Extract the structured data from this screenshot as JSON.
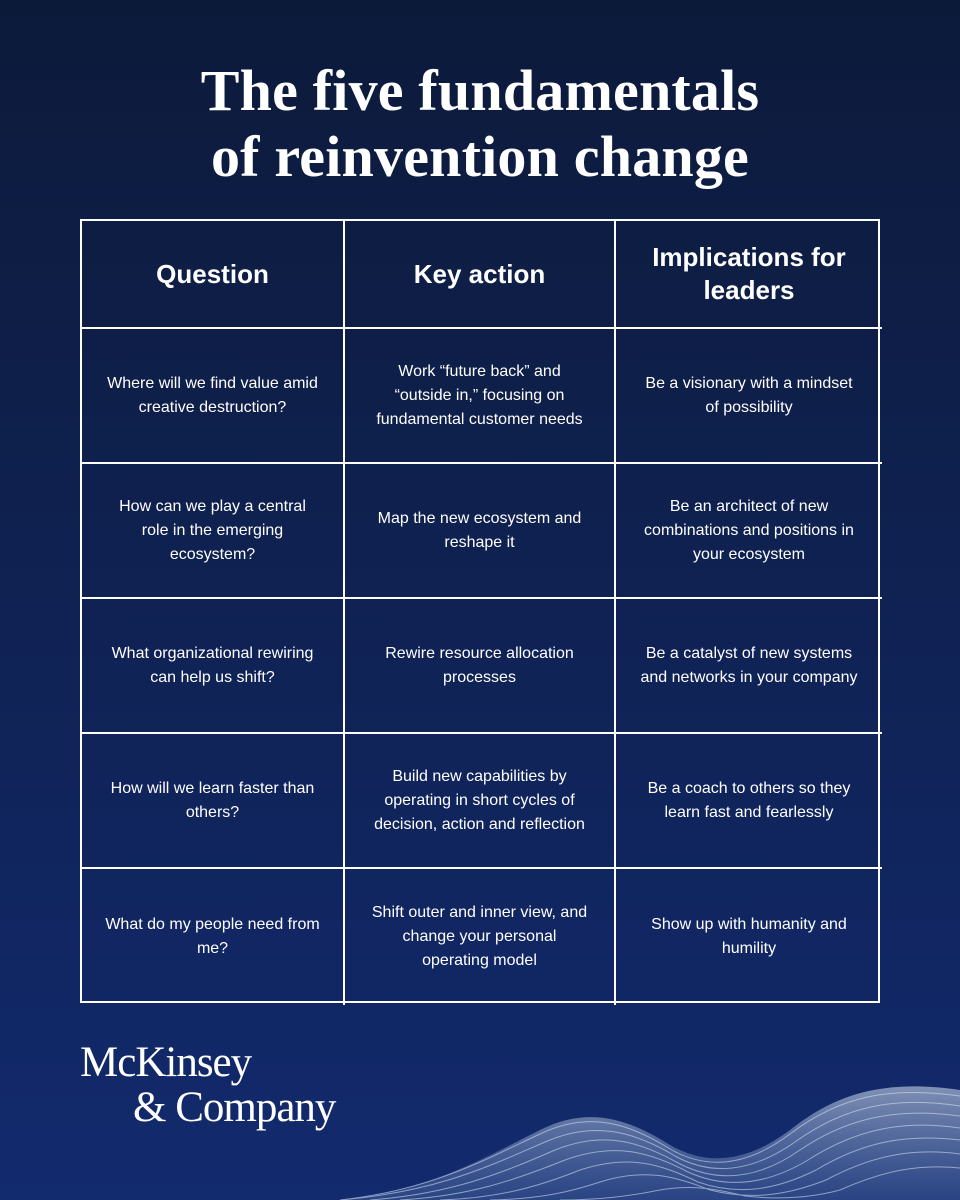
{
  "title": {
    "line1": "The five fundamentals",
    "line2": "of reinvention change"
  },
  "table": {
    "headers": [
      "Question",
      "Key action",
      "Implications for leaders"
    ],
    "rows": [
      [
        "Where will we find value amid creative destruction?",
        "Work “future back” and “outside in,” focusing on fundamental customer needs",
        "Be a visionary with a mindset of possibility"
      ],
      [
        "How can we play a central role in the emerging ecosystem?",
        "Map the new ecosystem and reshape it",
        "Be an architect of new combinations and positions in your ecosystem"
      ],
      [
        "What organizational rewiring can help us shift?",
        "Rewire resource allocation processes",
        "Be a catalyst of new systems and networks in your company"
      ],
      [
        "How will we learn faster than others?",
        "Build new capabilities by operating in short cycles of decision, action and reflection",
        "Be a coach to others so they learn fast and fearlessly"
      ],
      [
        "What do my people need from me?",
        "Shift outer and inner view, and change your personal operating model",
        "Show up with humanity and humility"
      ]
    ]
  },
  "logo": {
    "line1": "McKinsey",
    "line2": "& Company"
  },
  "colors": {
    "background_top": "#0c1a3a",
    "background_bottom": "#122a6e",
    "text": "#ffffff",
    "wave": "#cfe0f7"
  }
}
